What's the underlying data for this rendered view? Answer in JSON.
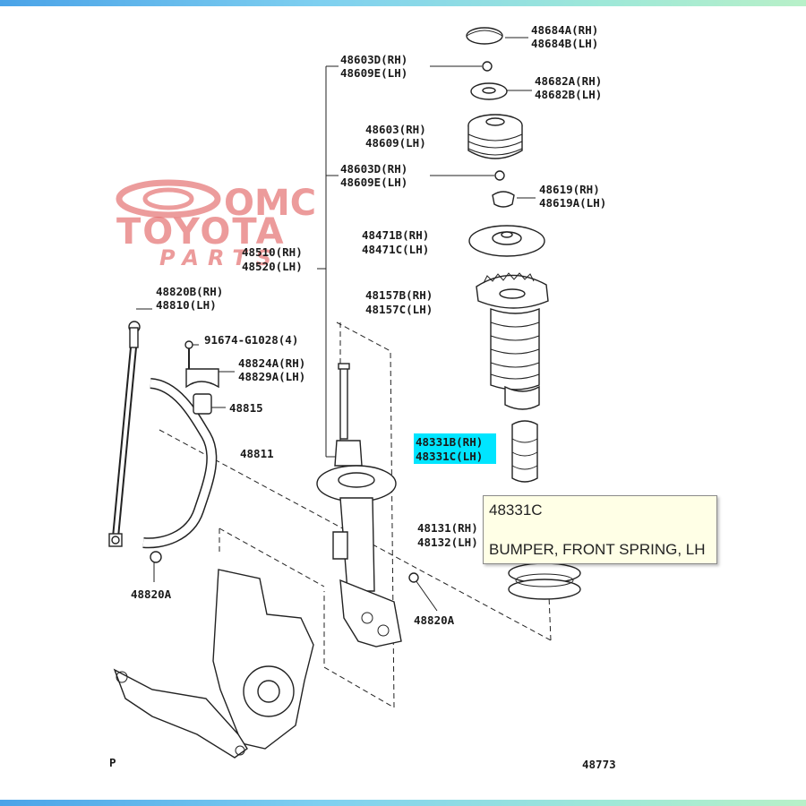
{
  "watermark": {
    "line1": "OMC",
    "line2": "TOYOTA",
    "line3": "PARTS"
  },
  "labels": {
    "l48684": [
      "48684A(RH)",
      "48684B(LH)"
    ],
    "l48603d_top": [
      "48603D(RH)",
      "48609E(LH)"
    ],
    "l48682": [
      "48682A(RH)",
      "48682B(LH)"
    ],
    "l48603": [
      "48603(RH)",
      "48609(LH)"
    ],
    "l48603d_mid": [
      "48603D(RH)",
      "48609E(LH)"
    ],
    "l48619": [
      "48619(RH)",
      "48619A(LH)"
    ],
    "l48471": [
      "48471B(RH)",
      "48471C(LH)"
    ],
    "l48510": [
      "48510(RH)",
      "48520(LH)"
    ],
    "l48157": [
      "48157B(RH)",
      "48157C(LH)"
    ],
    "l48820b": [
      "48820B(RH)",
      "48810(LH)"
    ],
    "l91674": "91674-G1028(4)",
    "l48824": [
      "48824A(RH)",
      "48829A(LH)"
    ],
    "l48815": "48815",
    "l48811": "48811",
    "l48331": [
      "48331B(RH)",
      "48331C(LH)"
    ],
    "l48131": [
      "48131(RH)",
      "48132(LH)"
    ],
    "l48820a_left": "48820A",
    "l48820a_right": "48820A",
    "corner_p": "P",
    "corner_code": "48773"
  },
  "tooltip": {
    "part_no": "48331C",
    "description": "BUMPER, FRONT SPRING, LH"
  },
  "colors": {
    "highlight": "#00e5ff",
    "watermark": "#e05a5a",
    "tooltip_bg": "#ffffe6"
  }
}
